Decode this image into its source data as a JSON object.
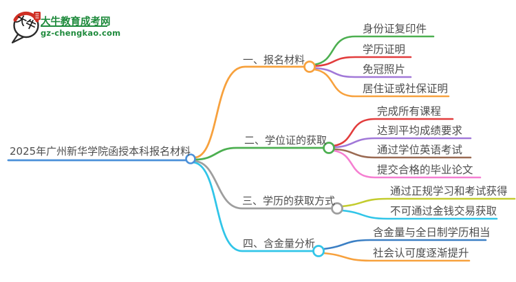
{
  "logo": {
    "icon_text": "大牛",
    "title": "大牛教育成考网",
    "url": "gz-chengkao.com"
  },
  "colors": {
    "blue": "#4a90d9",
    "orange": "#f7a13d",
    "green": "#4caf50",
    "red": "#e23c3c",
    "purple": "#a178d8",
    "brown": "#9a6a52",
    "pink": "#f57fd1",
    "gray": "#9e9e9e",
    "yellow_green": "#c3cc2e",
    "cyan": "#31c5e8",
    "deep_blue": "#3b7fc4",
    "text": "#4d4d4d",
    "logo_green": "#1e8a3c",
    "logo_red": "#cf2f24",
    "logo_ink": "#2b2b2b"
  },
  "mindmap": {
    "root": {
      "label": "2025年广州新华学院函授本科报名材料"
    },
    "branches": [
      {
        "label": "一、报名材料",
        "children": [
          "身份证复印件",
          "学历证明",
          "免冠照片",
          "居住证或社保证明"
        ]
      },
      {
        "label": "二、学位证的获取",
        "children": [
          "完成所有课程",
          "达到平均成绩要求",
          "通过学位英语考试",
          "提交合格的毕业论文"
        ]
      },
      {
        "label": "三、学历的获取方式",
        "children": [
          "通过正规学习和考试获得",
          "不可通过金钱交易获取"
        ]
      },
      {
        "label": "四、含金量分析",
        "children": [
          "含金量与全日制学历相当",
          "社会认可度逐渐提升"
        ]
      }
    ]
  }
}
